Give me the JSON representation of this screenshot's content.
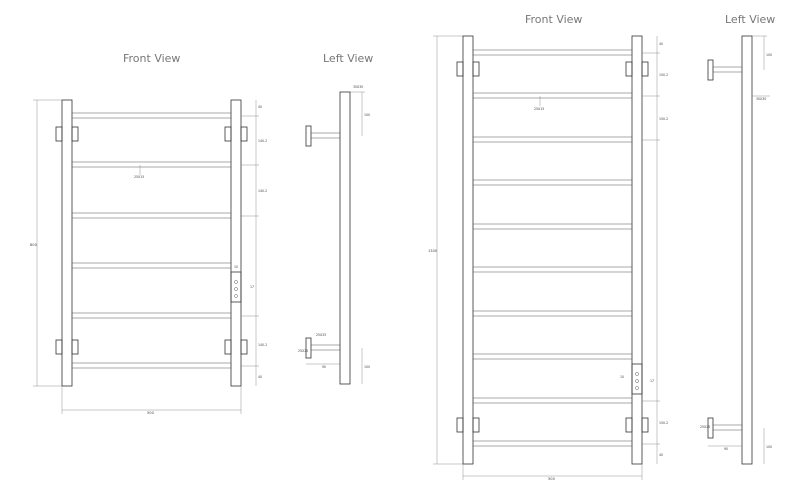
{
  "small_drawing": {
    "front_title": "Front View",
    "left_title": "Left View",
    "rail_label": "25X15",
    "height_total": "800",
    "width_total": "500",
    "right_dims": [
      "40",
      "140.2",
      "140.2",
      "140.2",
      "40"
    ],
    "switch_dims": [
      "10",
      "17"
    ],
    "side_top_dims": [
      "30X30",
      "100"
    ],
    "side_bottom_dims": [
      "25X25",
      "25X25",
      "90",
      "100"
    ]
  },
  "large_drawing": {
    "front_title": "Front View",
    "left_title": "Left View",
    "rail_label": "25X15",
    "height_total": "1300",
    "width_total": "500",
    "right_dims": [
      "40",
      "150.2",
      "150.2",
      "150.2",
      "40"
    ],
    "switch_dims": [
      "10",
      "17"
    ],
    "side_top_dims": [
      "100",
      "30X30"
    ],
    "side_bottom_dims": [
      "25X25",
      "90",
      "100"
    ]
  }
}
